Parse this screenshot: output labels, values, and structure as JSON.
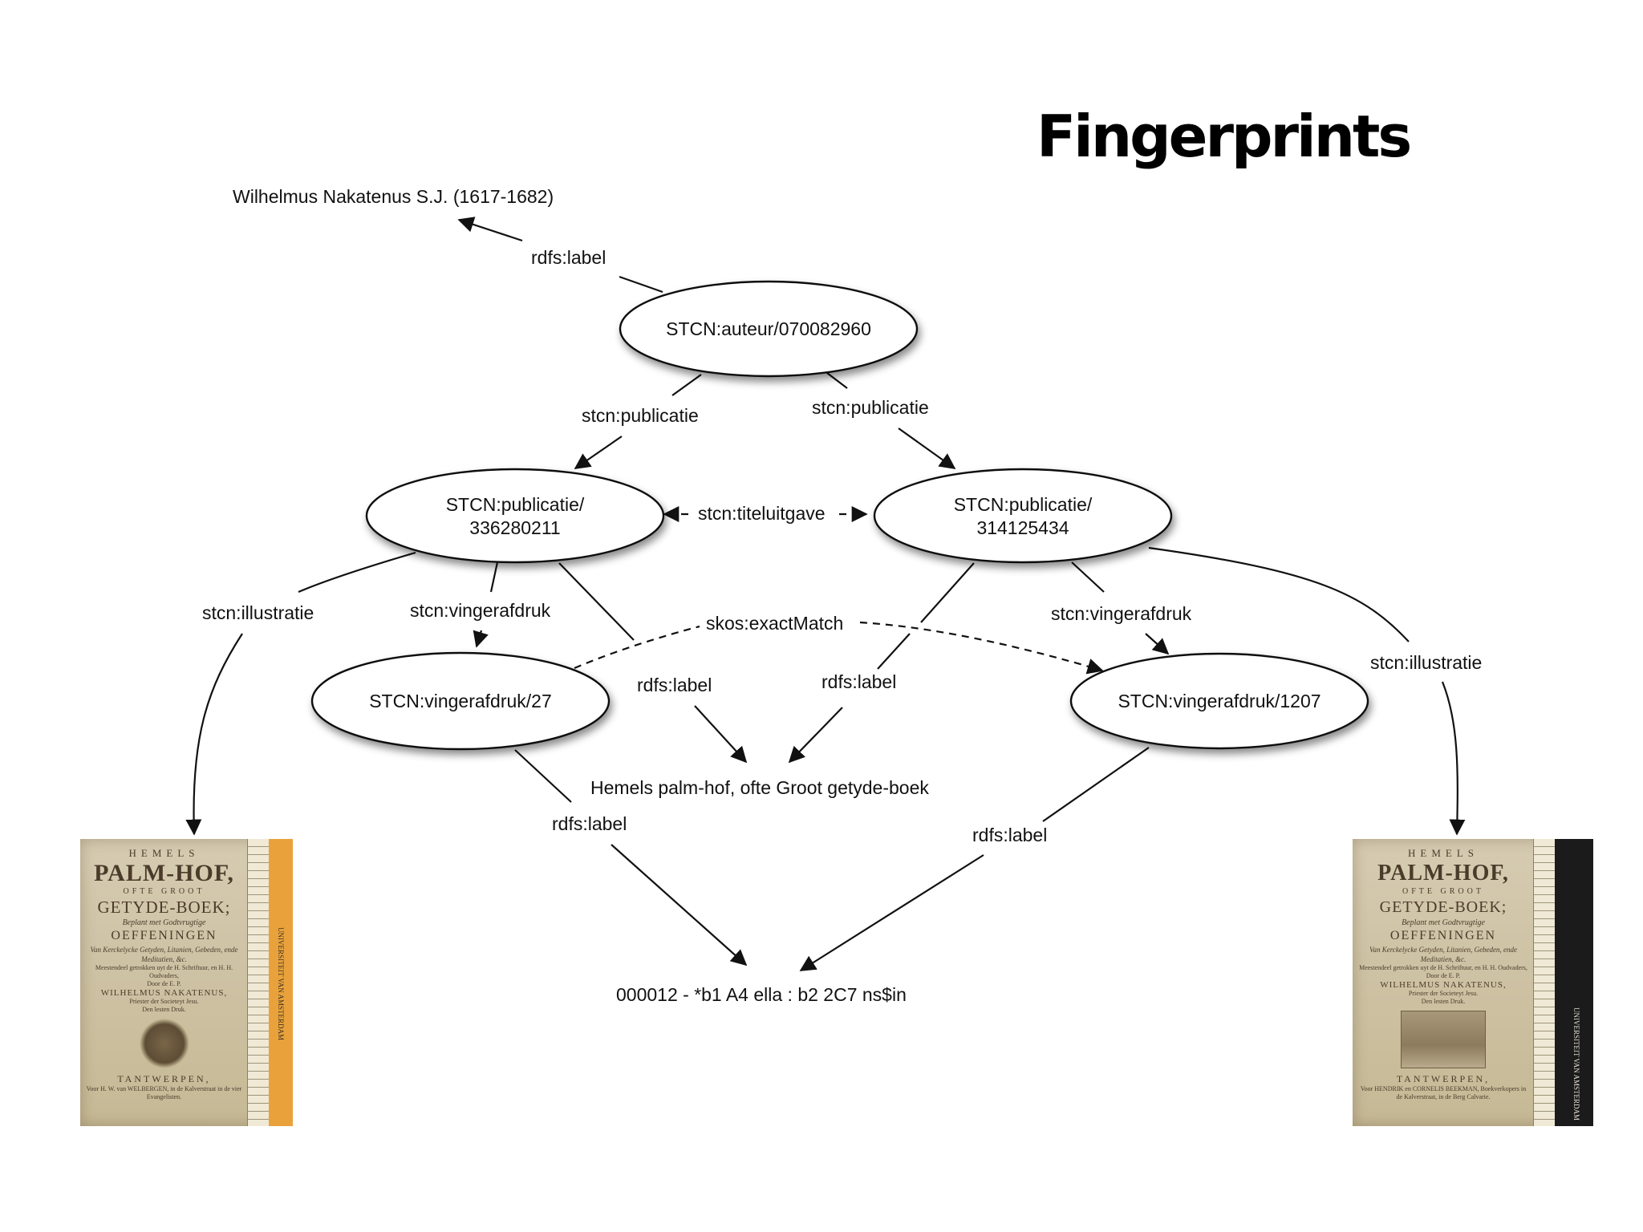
{
  "title": "Fingerprints",
  "nodes": {
    "author": "STCN:auteur/070082960",
    "publication_left_line1": "STCN:publicatie/",
    "publication_left_line2": "336280211",
    "publication_right_line1": "STCN:publicatie/",
    "publication_right_line2": "314125434",
    "fingerprint_left": "STCN:vingerafdruk/27",
    "fingerprint_right": "STCN:vingerafdruk/1207"
  },
  "literals": {
    "author_name": "Wilhelmus Nakatenus S.J. (1617-1682)",
    "book_title": "Hemels palm-hof, ofte Groot getyde-boek",
    "fingerprint_value": "000012 - *b1 A4 ella : b2 2C7 ns$in"
  },
  "edge_labels": {
    "author_label": "rdfs:label",
    "publicatie_left": "stcn:publicatie",
    "publicatie_right": "stcn:publicatie",
    "titeluitgave": "stcn:titeluitgave",
    "illustratie_left": "stcn:illustratie",
    "vingerafdruk_left": "stcn:vingerafdruk",
    "exact_match": "skos:exactMatch",
    "label_pub_left": "rdfs:label",
    "label_pub_right": "rdfs:label",
    "vingerafdruk_right": "stcn:vingerafdruk",
    "illustratie_right": "stcn:illustratie",
    "label_fp_left": "rdfs:label",
    "label_fp_right": "rdfs:label"
  },
  "book_left": {
    "l1": "HEMELS",
    "l2": "PALM-HOF,",
    "l3": "OFTE GROOT",
    "l4": "GETYDE-BOEK;",
    "l5": "Beplant met Godtvrugtige",
    "l6": "OEFFENINGEN",
    "l7": "Van Kerckelycke Getyden, Litanien, Gebeden, ende Meditatien, &c.",
    "l8": "Meestendeel getrokken uyt de H. Schriftuur, en H. H. Oudvaders,",
    "l8b": "Door de E. P.",
    "l9": "WILHELMUS NAKATENUS,",
    "l9b": "Priester der Societeyt Jesu.",
    "l9c": "Den lesten Druk.",
    "l10": "TANTWERPEN,",
    "l11": "Voor H. W. van WELBERGEN, in de Kalverstraat in de vier Evangelisten.",
    "spine": "UNIVERSITEIT VAN AMSTERDAM"
  },
  "book_right": {
    "l1": "HEMELS",
    "l2": "PALM-HOF,",
    "l3": "OFTE GROOT",
    "l4": "GETYDE-BOEK;",
    "l5": "Beplant met Godtvrugtige",
    "l6": "OEFFENINGEN",
    "l7": "Van Kerckelycke Getyden, Litanien, Gebeden, ende Meditatien, &c.",
    "l8": "Meestendeel getrokken uyt de H. Schriftuur, en H. H. Oudvaders,",
    "l8b": "Door de E. P.",
    "l9": "WILHELMUS NAKATENUS,",
    "l9b": "Priester der Societeyt Jesu.",
    "l9c": "Den lesten Druk.",
    "l10": "TANTWERPEN,",
    "l11": "Voor HENDRIK en CORNELIS BEEKMAN, Boekverkopers in de Kalverstraat, in de Berg Calvarie.",
    "spine": "UNIVERSITEIT VAN AMSTERDAM"
  },
  "colors": {
    "background": "#ffffff",
    "stroke": "#111111",
    "node_fill": "#ffffff",
    "paper": "#cfc3a6",
    "ruler_strip": "#e9a23b"
  }
}
